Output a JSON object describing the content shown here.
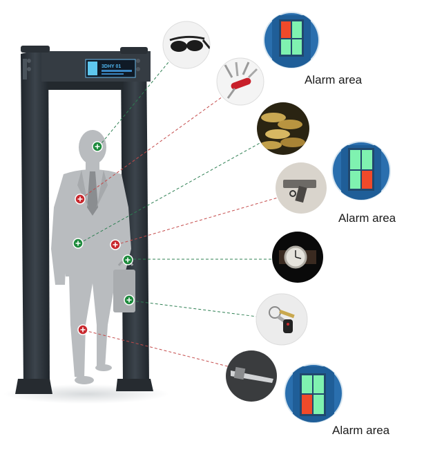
{
  "panel": {
    "display_text": "3DHY 01",
    "display_color": "#4fb7f0"
  },
  "labels": {
    "alarm_1": "Alarm area",
    "alarm_2": "Alarm area",
    "alarm_3": "Alarm area"
  },
  "alarm_panels": [
    {
      "zone": "top",
      "active_cells": [
        "top-left"
      ]
    },
    {
      "zone": "middle",
      "active_cells": [
        "bottom-right"
      ]
    },
    {
      "zone": "bottom",
      "active_cells": [
        "bottom-left"
      ]
    }
  ],
  "items": [
    {
      "icon": "sunglasses-icon",
      "marker": "safe"
    },
    {
      "icon": "pocket-knife-icon",
      "marker": "alarm"
    },
    {
      "icon": "coins-icon",
      "marker": "safe"
    },
    {
      "icon": "pistol-icon",
      "marker": "alarm"
    },
    {
      "icon": "wristwatch-icon",
      "marker": "safe"
    },
    {
      "icon": "keys-icon",
      "marker": "safe"
    },
    {
      "icon": "blade-icon",
      "marker": "alarm"
    }
  ],
  "colors": {
    "safe": "#1d8a3c",
    "alarm": "#c8282e",
    "safe_line": "#2d7f52",
    "alarm_line": "#c44a4a",
    "frame": "#2f363d",
    "silhouette": "#b9bcbf",
    "panel_green": "#7ff2b0",
    "panel_red": "#f04a2a",
    "panel_bg": "#2a6fae"
  }
}
